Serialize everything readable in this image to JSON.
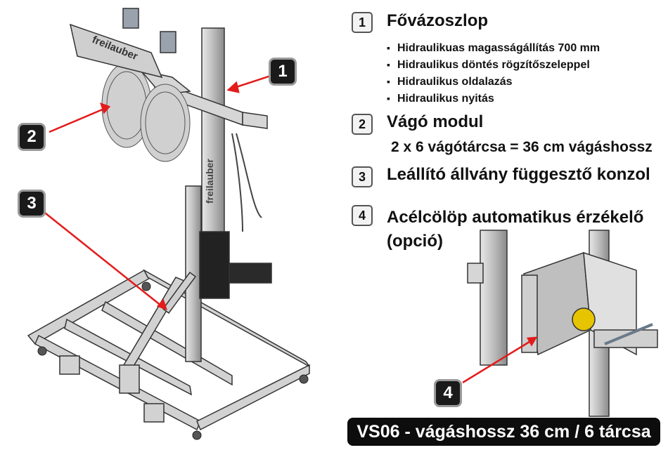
{
  "legend": {
    "items": [
      {
        "num": "1",
        "title": "Fővázoszlop",
        "bullets": [
          "Hidraulikuas magasságállítás 700 mm",
          "Hidraulikus döntés rögzítőszeleppel",
          "Hidraulikus oldalazás",
          "Hidraulikus nyitás"
        ]
      },
      {
        "num": "2",
        "title": "Vágó modul",
        "subtitle": "2 x 6 vágótárcsa = 36 cm vágáshossz"
      },
      {
        "num": "3",
        "title": "Leállító állvány függesztő konzol"
      },
      {
        "num": "4",
        "title": "Acélcölöp automatikus érzékelő",
        "title_line2": "(opció)"
      }
    ]
  },
  "callouts": {
    "c1": "1",
    "c2": "2",
    "c3": "3",
    "c4": "4"
  },
  "machine_branding": "freilauber",
  "banner": "VS06 - vágáshossz 36 cm / 6 tárcsa",
  "colors": {
    "callout_bg": "#1a1a1a",
    "arrow": "#e31b1b",
    "steel": "#c8c8c8",
    "banner_bg": "#0d0d0d"
  }
}
